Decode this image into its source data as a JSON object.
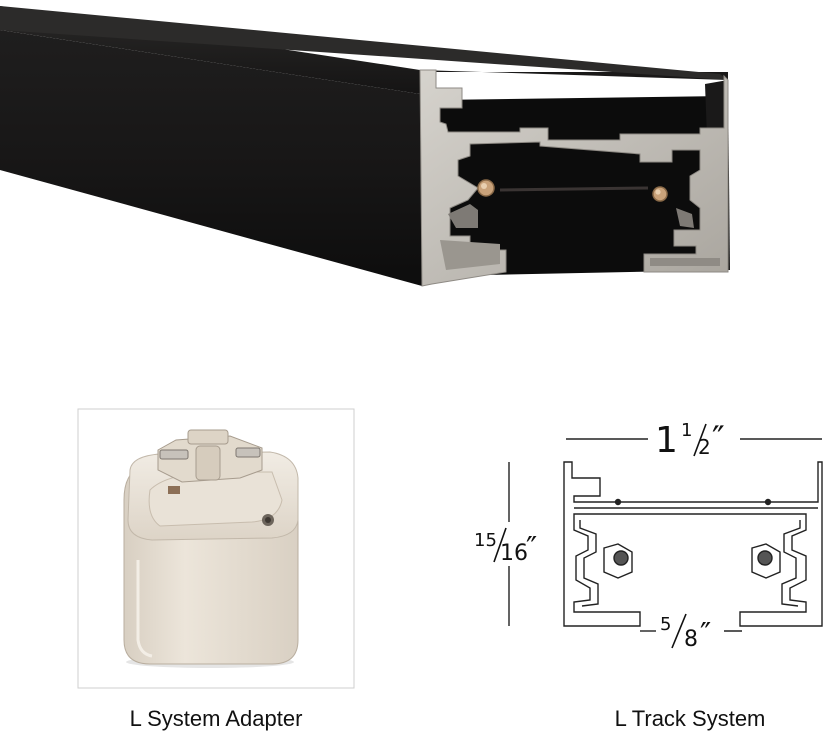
{
  "product": {
    "track_colors": {
      "body": "#1b1a1a",
      "extrusion": "#b9b5ae",
      "contact": "#c9a27a"
    },
    "adapter_color": "#e6ddd0"
  },
  "adapter": {
    "caption": "L System Adapter"
  },
  "track_system": {
    "caption": "L Track System",
    "width_whole": "1",
    "width_num": "1",
    "width_den": "2",
    "height_num": "15",
    "height_den": "16",
    "slot_num": "5",
    "slot_den": "8",
    "inch_mark": "″"
  }
}
